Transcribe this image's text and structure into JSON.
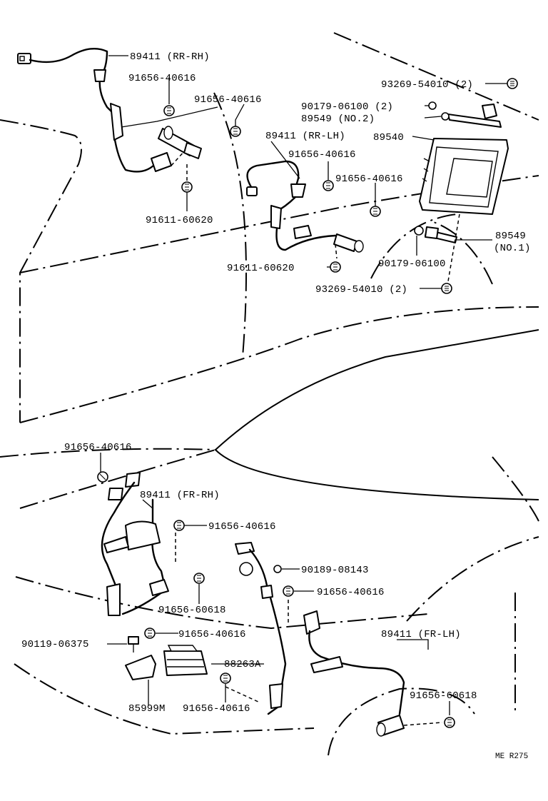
{
  "labels": {
    "rr_rh_sensor": "89411 (RR-RH)",
    "rr_rh_clamp_a": "91656-40616",
    "rr_rh_clamp_b": "91656-40616",
    "rr_rh_bolt": "91611-60620",
    "rr_lh_sensor": "89411 (RR-LH)",
    "rr_lh_clamp_a": "91656-40616",
    "rr_lh_clamp_b": "91656-40616",
    "rr_lh_bolt": "91611-60620",
    "bolt_top": "93269-54010 (2)",
    "nut_top": "90179-06100 (2)",
    "sensor_no2": "89549 (NO.2)",
    "ecu": "89540",
    "sensor_no1_a": "89549",
    "sensor_no1_b": "(NO.1)",
    "nut_no1": "90179-06100",
    "bolt_no1": "93269-54010 (2)",
    "fr_clamp_top": "91656-40616",
    "fr_rh_sensor": "89411 (FR-RH)",
    "fr_rh_clamp": "91656-40616",
    "fr_rh_bolt": "91656-60618",
    "fr_rh_clamp_low": "91656-40616",
    "screw": "90119-06375",
    "relay": "88263A",
    "bracket": "85999M",
    "fr_clamp_bottom": "91656-40616",
    "grommet": "90189-08143",
    "fr_lh_clamp": "91656-40616",
    "fr_lh_sensor": "89411 (FR-LH)",
    "fr_lh_bolt": "91656-60618",
    "figure_code": "ME R275"
  }
}
